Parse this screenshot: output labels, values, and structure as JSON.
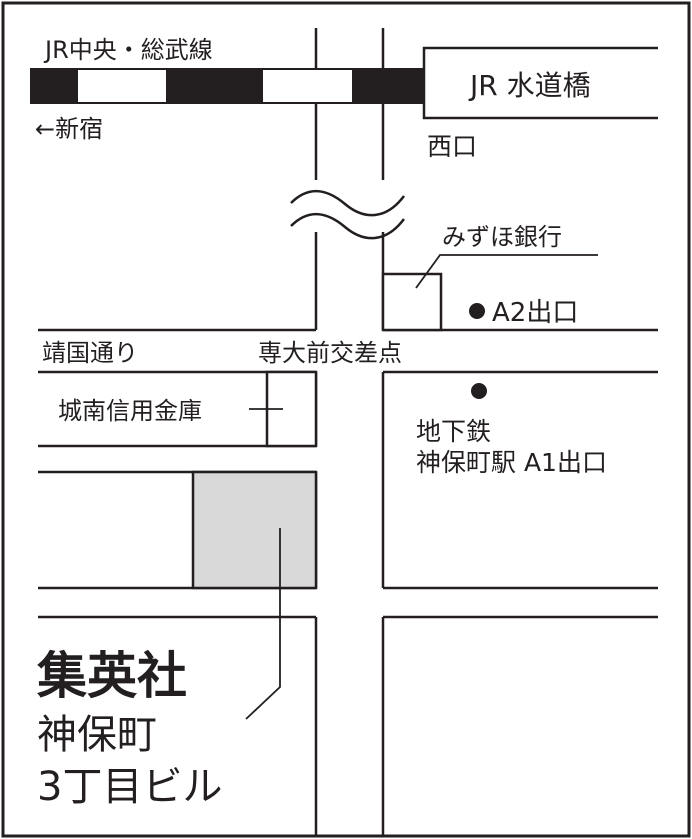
{
  "colors": {
    "ink": "#231f20",
    "paper": "#ffffff",
    "target_building_fill": "#d9d9d9"
  },
  "rail": {
    "line_name": "JR中央・総武線",
    "direction_label": "←新宿",
    "station_name": "JR 水道橋",
    "station_exit": "西口"
  },
  "landmarks": {
    "bank_mizuho": "みずほ銀行",
    "bank_johnan": "城南信用金庫",
    "street": "靖国通り",
    "intersection": "専大前交差点"
  },
  "subway": {
    "exit_a2": "A2出口",
    "line_label": "地下鉄",
    "station_exit": "神保町駅 A1出口"
  },
  "destination": {
    "company": "集英社",
    "building_line1": "神保町",
    "building_line2": "3丁目ビル"
  }
}
